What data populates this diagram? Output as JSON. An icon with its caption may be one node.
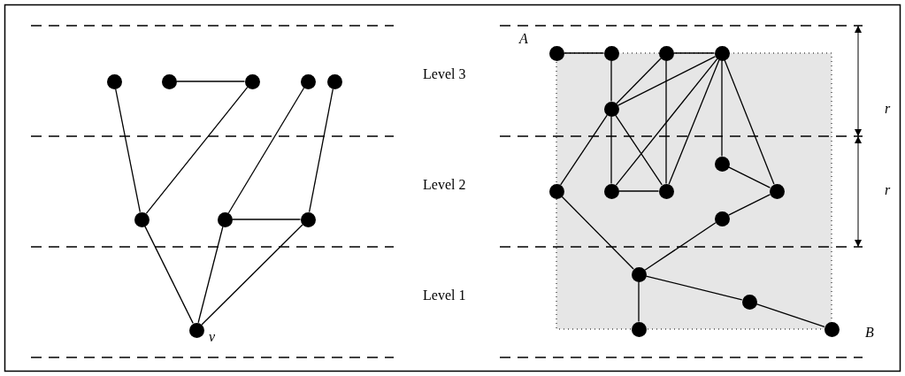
{
  "diagram": {
    "nodes": [
      {
        "text": [],
        "shape": "circle"
      },
      {
        "text": [],
        "shape": "circle"
      },
      {
        "text": [],
        "shape": "circle"
      },
      {
        "text": [],
        "shape": "circle"
      },
      {
        "text": [],
        "shape": "circle"
      },
      {
        "text": [],
        "shape": "circle"
      },
      {
        "text": [],
        "shape": "circle"
      },
      {
        "text": [],
        "shape": "circle"
      },
      {
        "text": [],
        "shape": "circle",
        "beside": [
          "v"
        ]
      },
      {
        "text": [],
        "shape": "circle",
        "beside": [
          "A"
        ]
      },
      {
        "text": [],
        "shape": "circle"
      },
      {
        "text": [],
        "shape": "circle"
      },
      {
        "text": [],
        "shape": "circle"
      },
      {
        "text": [],
        "shape": "circle"
      },
      {
        "text": [],
        "shape": "circle"
      },
      {
        "text": [],
        "shape": "circle"
      },
      {
        "text": [],
        "shape": "circle"
      },
      {
        "text": [],
        "shape": "circle"
      },
      {
        "text": [],
        "shape": "circle"
      },
      {
        "text": [],
        "shape": "circle"
      },
      {
        "text": [],
        "shape": "circle"
      },
      {
        "text": [],
        "shape": "circle"
      },
      {
        "text": [],
        "shape": "circle"
      },
      {
        "text": [],
        "shape": "circle",
        "beside": [
          "B"
        ]
      }
    ],
    "edges": [
      {
        "from": 1,
        "to": 2,
        "arrow": "none"
      },
      {
        "from": 0,
        "to": 5,
        "arrow": "none"
      },
      {
        "from": 2,
        "to": 5,
        "arrow": "none"
      },
      {
        "from": 3,
        "to": 6,
        "arrow": "none"
      },
      {
        "from": 4,
        "to": 7,
        "arrow": "none"
      },
      {
        "from": 6,
        "to": 7,
        "arrow": "none"
      },
      {
        "from": 5,
        "to": 8,
        "arrow": "none"
      },
      {
        "from": 6,
        "to": 8,
        "arrow": "none"
      },
      {
        "from": 7,
        "to": 8,
        "arrow": "none"
      },
      {
        "from": 9,
        "to": 10,
        "arrow": "none"
      },
      {
        "from": 11,
        "to": 12,
        "arrow": "none"
      },
      {
        "from": 10,
        "to": 13,
        "arrow": "none"
      },
      {
        "from": 13,
        "to": 16,
        "arrow": "none"
      },
      {
        "from": 11,
        "to": 13,
        "arrow": "none"
      },
      {
        "from": 12,
        "to": 13,
        "arrow": "none"
      },
      {
        "from": 11,
        "to": 17,
        "arrow": "none"
      },
      {
        "from": 12,
        "to": 16,
        "arrow": "none"
      },
      {
        "from": 12,
        "to": 17,
        "arrow": "none"
      },
      {
        "from": 12,
        "to": 14,
        "arrow": "none"
      },
      {
        "from": 12,
        "to": 18,
        "arrow": "none"
      },
      {
        "from": 13,
        "to": 15,
        "arrow": "none"
      },
      {
        "from": 13,
        "to": 17,
        "arrow": "none"
      },
      {
        "from": 16,
        "to": 17,
        "arrow": "none"
      },
      {
        "from": 14,
        "to": 18,
        "arrow": "none"
      },
      {
        "from": 18,
        "to": 19,
        "arrow": "none"
      },
      {
        "from": 19,
        "to": 20,
        "arrow": "none"
      },
      {
        "from": 15,
        "to": 20,
        "arrow": "none"
      },
      {
        "from": 20,
        "to": 22,
        "arrow": "none"
      },
      {
        "from": 20,
        "to": 21,
        "arrow": "none"
      },
      {
        "from": 21,
        "to": 23,
        "arrow": "none"
      }
    ],
    "labels": [
      "Level 3",
      "r",
      "Level 2",
      "r",
      "Level 1"
    ]
  }
}
